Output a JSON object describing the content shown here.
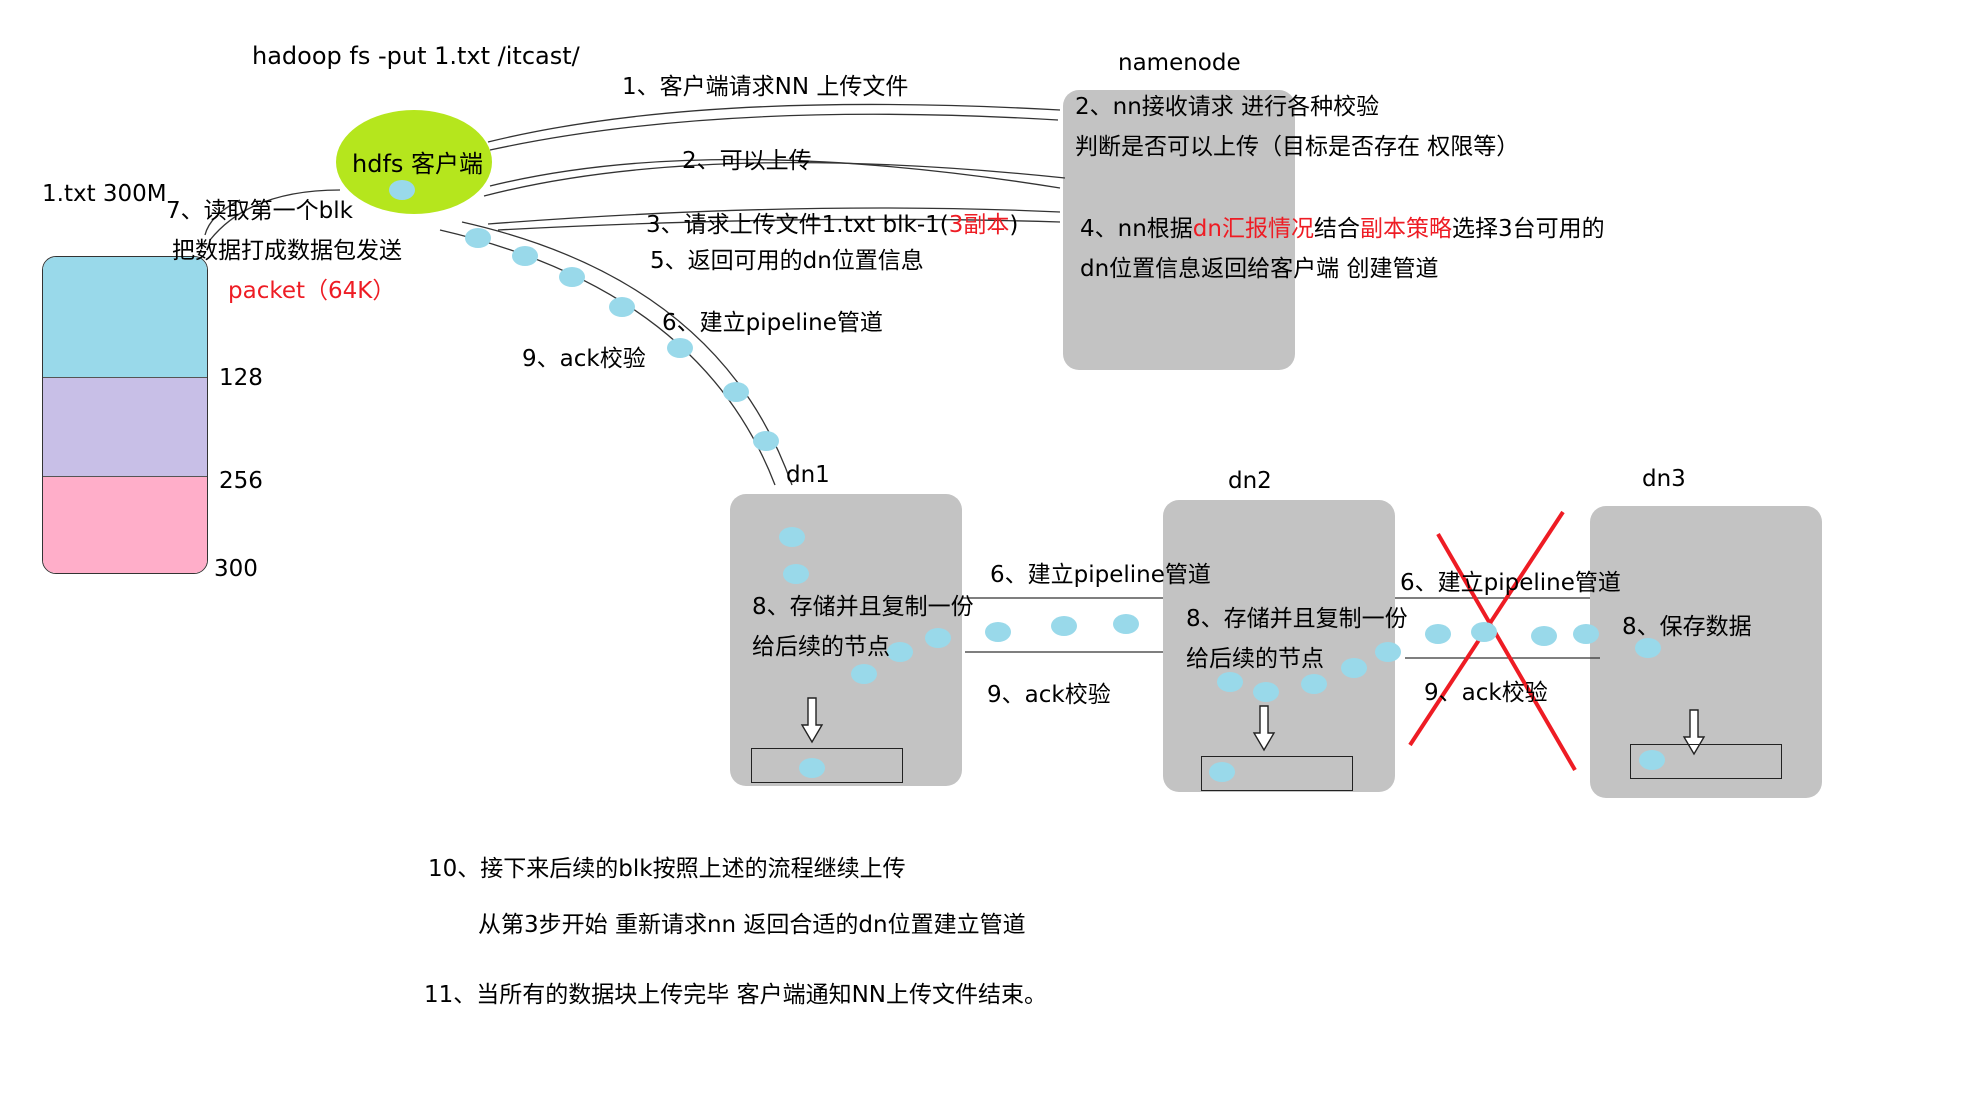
{
  "command": "hadoop fs -put 1.txt /itcast/",
  "client": {
    "label": "hdfs 客户端"
  },
  "file": {
    "label": "1.txt 300M",
    "ticks": [
      "128",
      "256",
      "300"
    ],
    "colors": [
      "#99d9ea",
      "#c8bfe7",
      "#ffaec9"
    ]
  },
  "namenode": {
    "title": "namenode",
    "line1": "2、nn接收请求 进行各种校验",
    "line2": "判断是否可以上传（目标是否存在 权限等）",
    "line3_parts": [
      "4、nn根据",
      "dn汇报情况",
      "结合",
      "副本策略",
      "选择3台可用的"
    ],
    "line4": "dn位置信息返回给客户端 创建管道"
  },
  "steps": {
    "s1": "1、客户端请求NN 上传文件",
    "s2": "2、可以上传",
    "s3_pre": "3、请求上传文件1.txt blk-1(",
    "s3_red": "3副本",
    "s3_post": ")",
    "s5": "5、返回可用的dn位置信息",
    "s6": "6、建立pipeline管道",
    "s7_line1": "7、读取第一个blk",
    "s7_line2": "把数据打成数据包发送",
    "s7_packet": "packet（64K）",
    "s9": "9、ack校验"
  },
  "datanodes": [
    {
      "name": "dn1",
      "text1": "8、存储并且复制一份",
      "text2": "给后续的节点"
    },
    {
      "name": "dn2",
      "text1": "8、存储并且复制一份",
      "text2": "给后续的节点"
    },
    {
      "name": "dn3",
      "text1": "8、保存数据"
    }
  ],
  "links": {
    "dn1_dn2_build": "6、建立pipeline管道",
    "dn1_dn2_ack": "9、ack校验",
    "dn2_dn3_build": "6、建立pipeline管道",
    "dn2_dn3_ack": "9、ack校验"
  },
  "notes": {
    "n10": "10、接下来后续的blk按照上述的流程继续上传",
    "n10b": "从第3步开始 重新请求nn 返回合适的dn位置建立管道",
    "n11": "11、当所有的数据块上传完毕 客户端通知NN上传文件结束。"
  },
  "colors": {
    "client": "#b5e61d",
    "packet": "#99d9ea",
    "box": "#c3c3c3",
    "cross": "#ee1c24"
  }
}
